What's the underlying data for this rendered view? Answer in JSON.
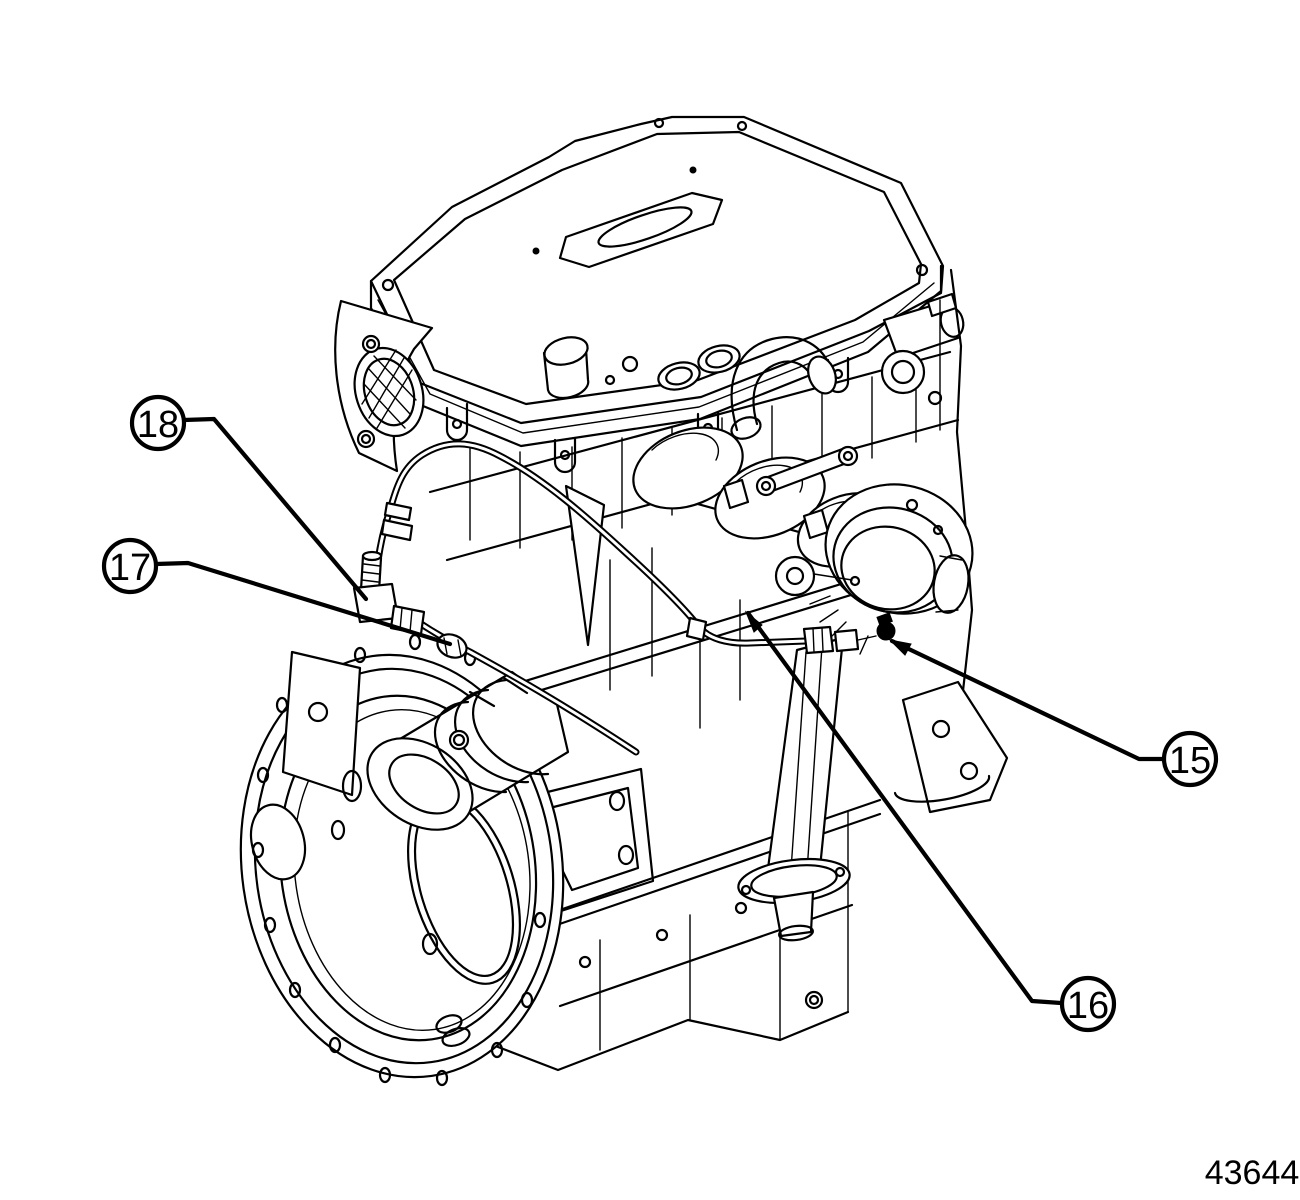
{
  "figure": {
    "number": "43644"
  },
  "callouts": [
    {
      "id": "15",
      "label": "15"
    },
    {
      "id": "16",
      "label": "16"
    },
    {
      "id": "17",
      "label": "17"
    },
    {
      "id": "18",
      "label": "18"
    }
  ],
  "colors": {
    "line": "#000000",
    "background": "#ffffff"
  }
}
